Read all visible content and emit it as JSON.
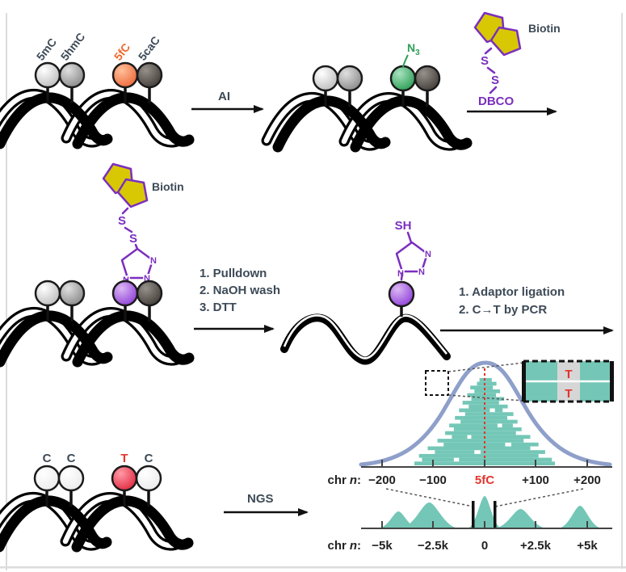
{
  "colors": {
    "teal": "#74c7b7",
    "curve_blue": "#8e9fca",
    "red": "#e2342c",
    "purple": "#7b2fbe",
    "orange": "#ed6a2f",
    "green": "#2f9e58",
    "slate": "#3d4a57",
    "biotin_yellow": "#d8c804"
  },
  "marks": {
    "mods": [
      {
        "label": "5mC"
      },
      {
        "label": "5hmC"
      },
      {
        "label": "5fC"
      },
      {
        "label": "5caC"
      }
    ],
    "azide_base": "N",
    "azide_sub": "3",
    "bases": [
      "C",
      "C",
      "T",
      "C"
    ]
  },
  "labels": {
    "arrow1": "AI",
    "biotin_top": "Biotin",
    "biotin_mid": "Biotin",
    "dbco": "DBCO",
    "s1": "S",
    "s2": "S",
    "s3": "S",
    "s4": "S",
    "sh": "SH",
    "n": "N",
    "ngs": "NGS",
    "steps_pulldown": [
      "1. Pulldown",
      "2. NaOH wash",
      "3. DTT"
    ],
    "steps_pcr": [
      "1. Adaptor ligation",
      "2. C→T by PCR"
    ]
  },
  "chart_data": [
    {
      "type": "area",
      "axis_prefix": "chr",
      "axis_var": "n",
      "axis_colon": ":",
      "tick_labels": [
        "−200",
        "−100",
        "5fC",
        "+100",
        "+200"
      ],
      "tick_values": [
        -200,
        -100,
        0,
        100,
        200
      ],
      "center_label": "5fC",
      "legend": "read pileup centered on 5fC site with gaussian outline",
      "inset_letters": [
        "T",
        "T"
      ],
      "pileup_rows": [
        [
          [
            -137,
            137
          ]
        ],
        [
          [
            -122,
            -60
          ],
          [
            -50,
            131
          ]
        ],
        [
          [
            -128,
            105
          ]
        ],
        [
          [
            -97,
            -20
          ],
          [
            -8,
            118
          ]
        ],
        [
          [
            -111,
            89
          ]
        ],
        [
          [
            -80,
            40
          ],
          [
            52,
            105
          ]
        ],
        [
          [
            -92,
            76
          ]
        ],
        [
          [
            -64,
            -34
          ],
          [
            -26,
            89
          ]
        ],
        [
          [
            -77,
            61
          ]
        ],
        [
          [
            -60,
            72
          ]
        ],
        [
          [
            -69,
            25
          ],
          [
            34,
            55
          ]
        ],
        [
          [
            -47,
            64
          ]
        ],
        [
          [
            -58,
            44
          ]
        ],
        [
          [
            -38,
            56
          ]
        ],
        [
          [
            -50,
            10
          ],
          [
            20,
            35
          ]
        ],
        [
          [
            -31,
            45
          ]
        ],
        [
          [
            -43,
            28
          ]
        ],
        [
          [
            -26,
            38
          ]
        ],
        [
          [
            -34,
            22
          ]
        ],
        [
          [
            -20,
            30
          ]
        ],
        [
          [
            -28,
            16
          ]
        ],
        [
          [
            -15,
            23
          ]
        ],
        [
          [
            -10,
            14
          ]
        ]
      ]
    },
    {
      "type": "area",
      "axis_prefix": "chr",
      "axis_var": "n",
      "axis_colon": ":",
      "tick_labels": [
        "−5k",
        "−2.5k",
        "0",
        "+2.5k",
        "+5k"
      ],
      "tick_values": [
        -5,
        -2.5,
        0,
        2.5,
        5
      ],
      "peaks": [
        {
          "x": -4.2,
          "h": 21,
          "hw": 13
        },
        {
          "x": -2.7,
          "h": 32,
          "hw": 19
        },
        {
          "x": 0,
          "h": 40,
          "hw": 11
        },
        {
          "x": 1.75,
          "h": 24,
          "hw": 17
        },
        {
          "x": 4.65,
          "h": 28,
          "hw": 14
        }
      ]
    }
  ]
}
